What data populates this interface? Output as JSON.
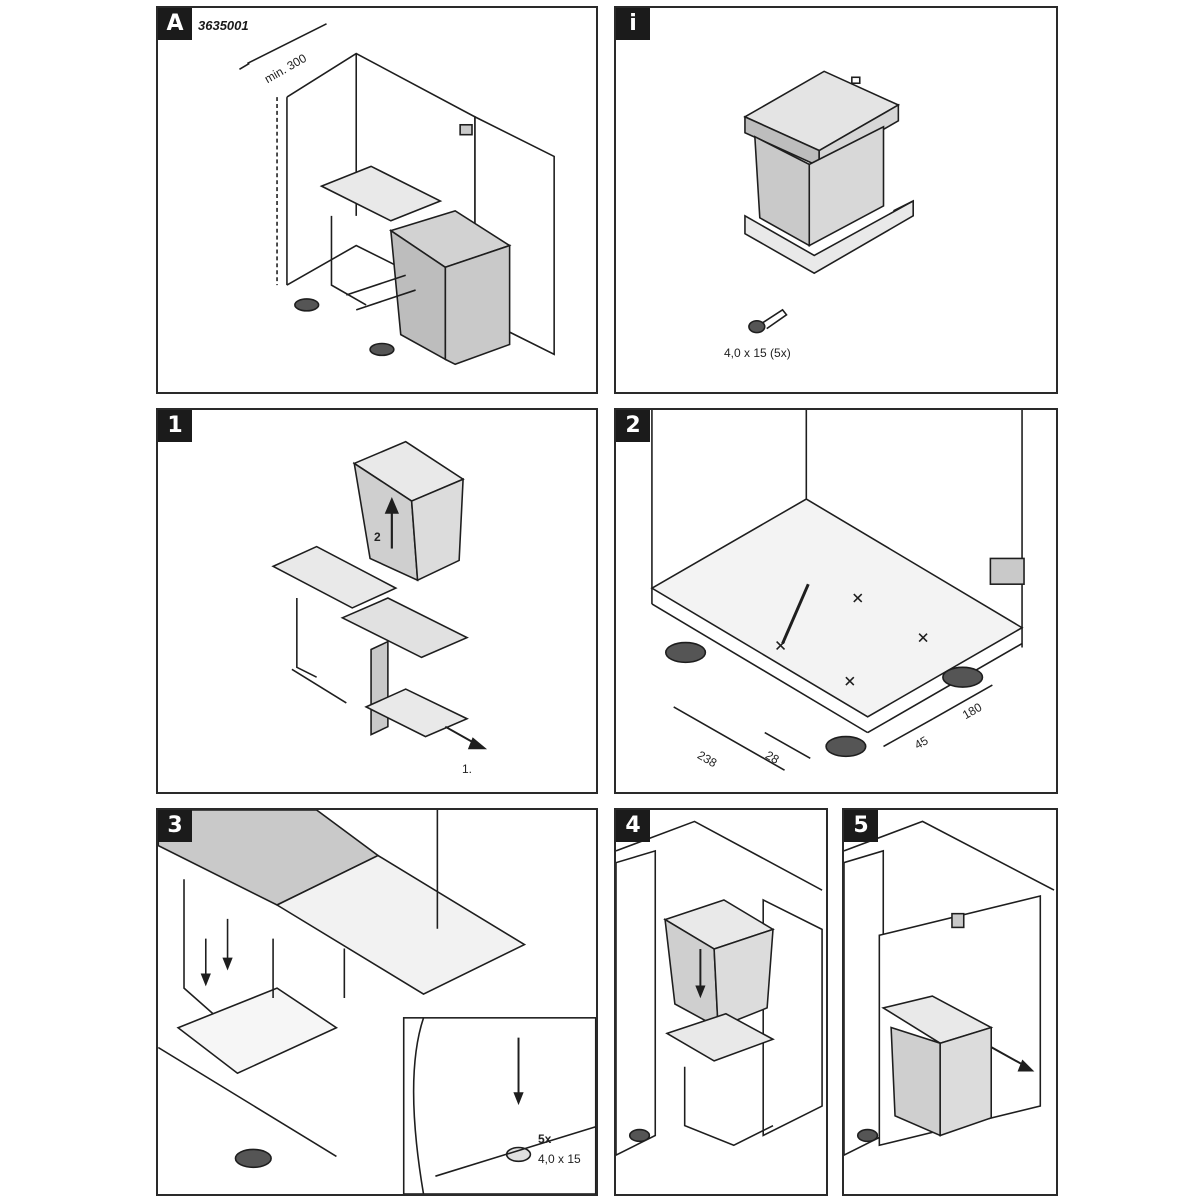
{
  "panels": {
    "A": {
      "badge": "A",
      "code": "3635001",
      "dim_min": "min. 300"
    },
    "i": {
      "badge": "i",
      "screw": "4,0 x 15 (5x)"
    },
    "step1": {
      "badge": "1",
      "arrow_up_num": "2",
      "arrow_out_num": "1."
    },
    "step2": {
      "badge": "2",
      "dim_a": "238",
      "dim_b": "28",
      "dim_c": "45",
      "dim_d": "180"
    },
    "step3": {
      "badge": "3",
      "count": "5x",
      "screw": "4,0 x 15"
    },
    "step4": {
      "badge": "4"
    },
    "step5": {
      "badge": "5"
    }
  },
  "colors": {
    "line": "#1e1e1e",
    "fill_gray": "#c9c9c9",
    "fill_light": "#e9e9e9",
    "badge": "#1b1b1b"
  }
}
